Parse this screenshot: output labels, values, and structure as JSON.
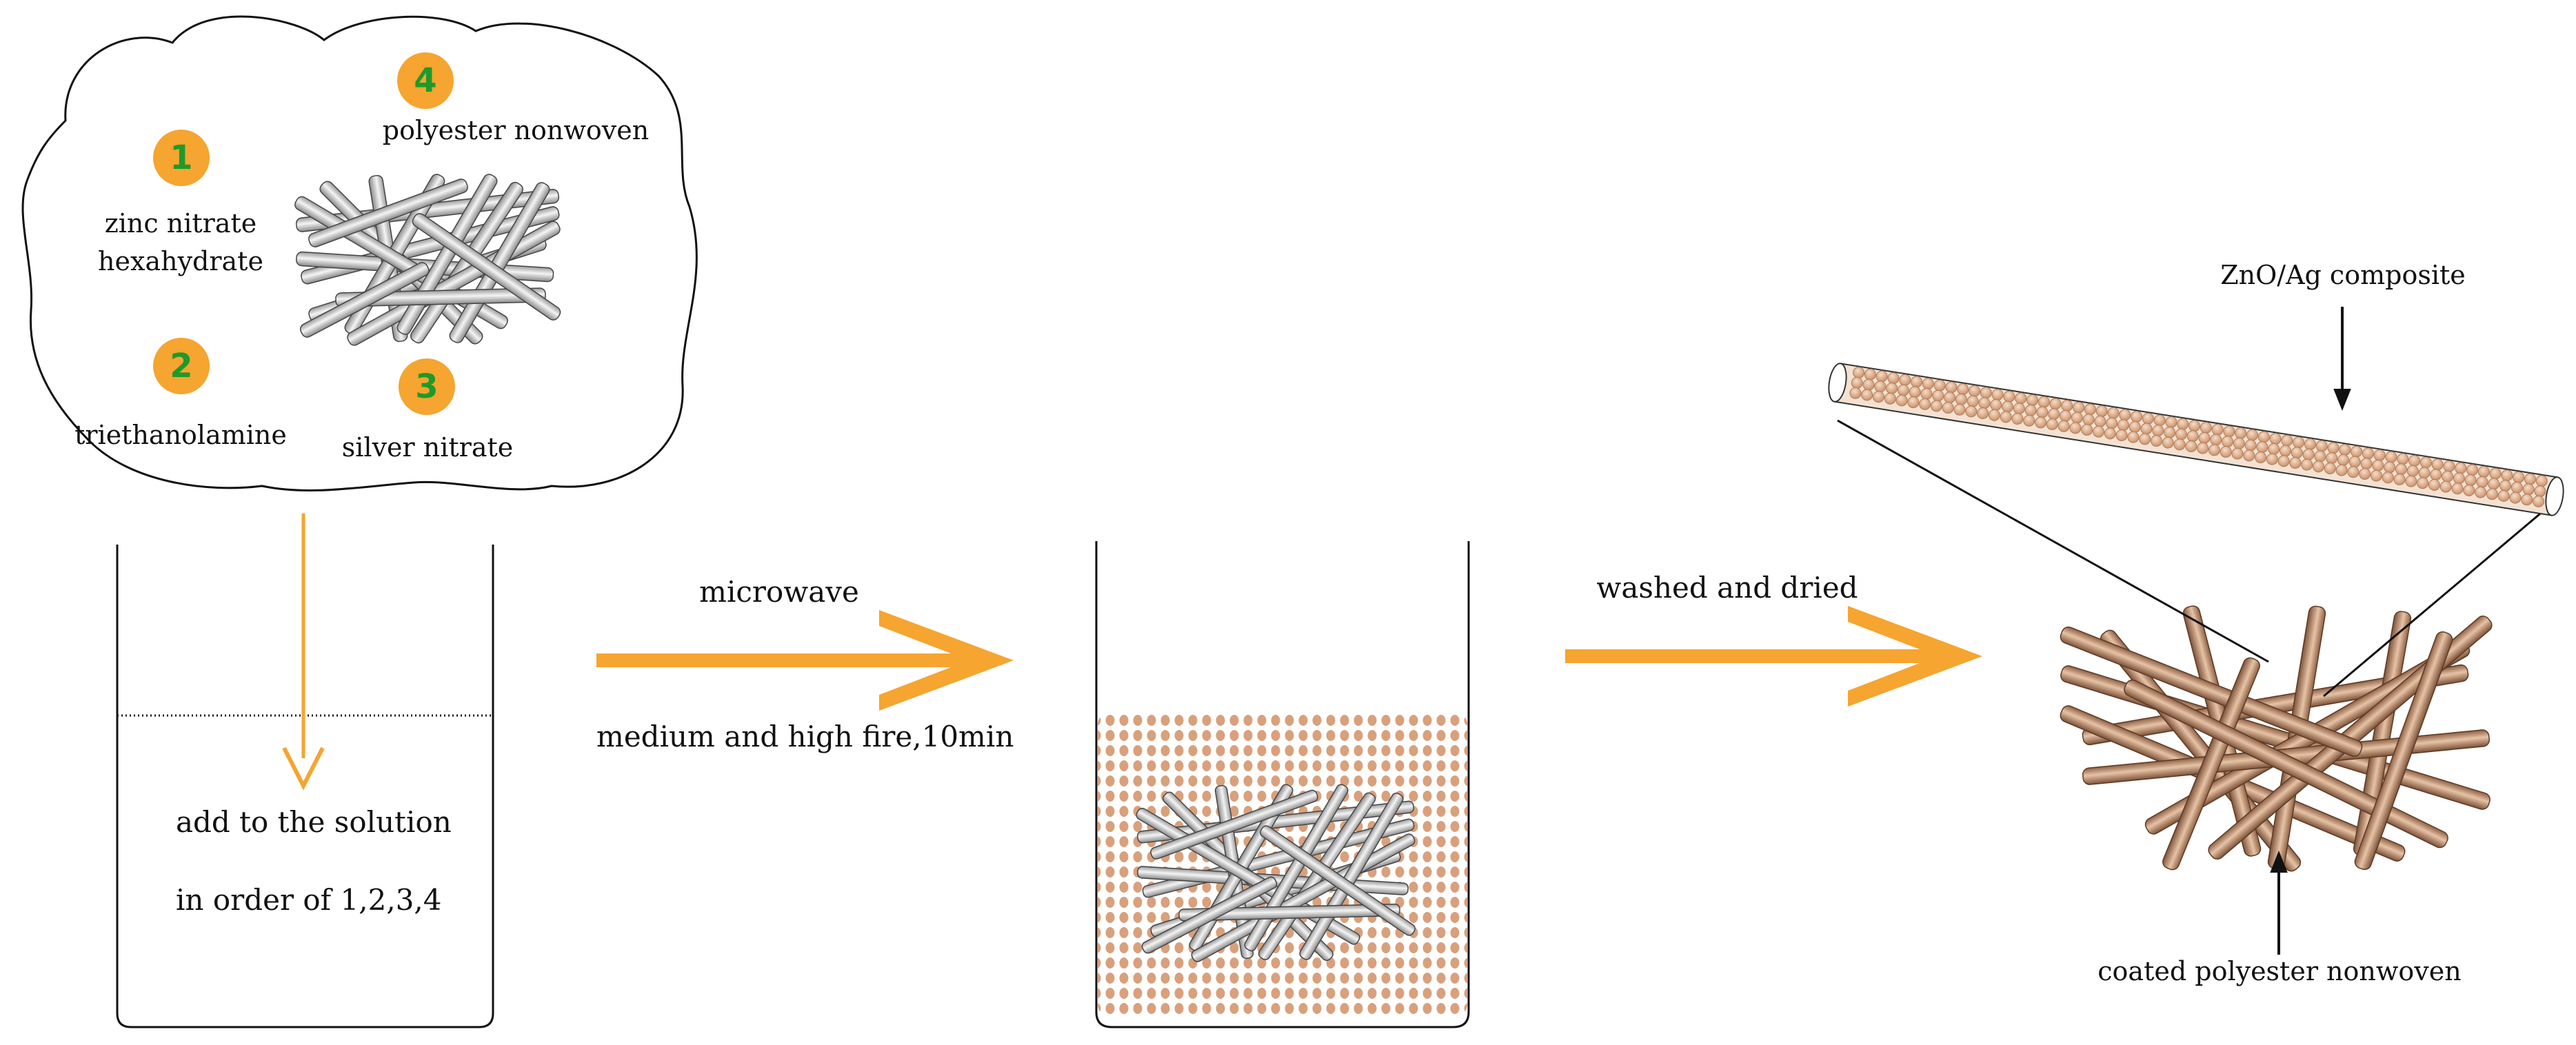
{
  "colors": {
    "orange": "#F5A530",
    "badge_fill": "#F5A530",
    "badge_text": "#1E9A2A",
    "particle": "#D9A07C",
    "coated_fiber": "#C79572",
    "line": "#111111",
    "fiber_gray": "#C8C8C8"
  },
  "ingredients": {
    "step1": {
      "number": "1",
      "label_line1": "zinc nitrate",
      "label_line2": "hexahydrate"
    },
    "step2": {
      "number": "2",
      "label": "triethanolamine"
    },
    "step3": {
      "number": "3",
      "label": "silver nitrate"
    },
    "step4": {
      "number": "4",
      "label": "polyester  nonwoven"
    }
  },
  "beaker1": {
    "line1": "add to the solution",
    "line2": "in  order of 1,2,3,4"
  },
  "arrow1": {
    "top_label": "microwave",
    "bottom_label": "medium and high fire,10min"
  },
  "arrow2": {
    "top_label": "washed and dried"
  },
  "result": {
    "composite_label": "ZnO/Ag composite",
    "nonwoven_label": "coated polyester nonwoven"
  },
  "icons": [
    "cloud-outline",
    "gray-fiber-mesh",
    "beaker",
    "chevron-arrow",
    "coated-fiber-mesh",
    "particle-tube",
    "pointer-arrow"
  ]
}
